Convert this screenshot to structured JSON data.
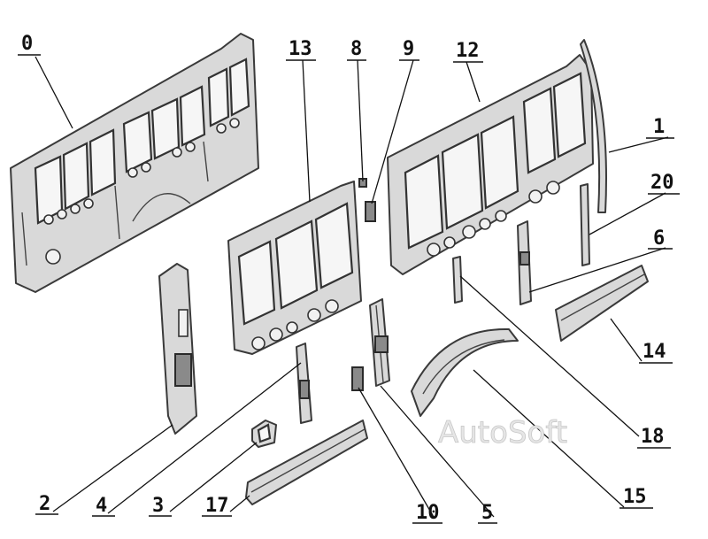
{
  "watermark": "AutoSoft",
  "callouts": {
    "c0": "0",
    "c1": "1",
    "c2": "2",
    "c3": "3",
    "c4": "4",
    "c5": "5",
    "c6": "6",
    "c8": "8",
    "c9": "9",
    "c10": "10",
    "c12": "12",
    "c13": "13",
    "c14": "14",
    "c15": "15",
    "c17": "17",
    "c18": "18",
    "c20": "20"
  },
  "colors": {
    "panel_fill": "#d9d9d9",
    "outline": "#3a3a3a",
    "background": "#ffffff"
  }
}
